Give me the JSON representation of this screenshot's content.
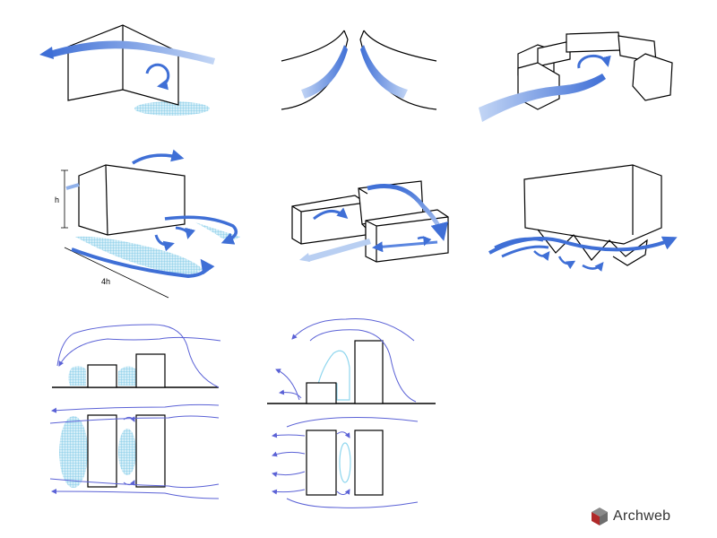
{
  "labels": {
    "height": "h",
    "distance": "4h"
  },
  "brand": {
    "name": "Archweb"
  },
  "colors": {
    "arrow_light": "#b9cff2",
    "arrow_dark": "#3f6fd6",
    "stream": "#5b62d6",
    "hatch": "#8fd6ee",
    "outline": "#000000",
    "logo_red": "#b02a2a",
    "logo_grey": "#6e6e6e"
  },
  "icons": {
    "logo": "cube-icon"
  }
}
